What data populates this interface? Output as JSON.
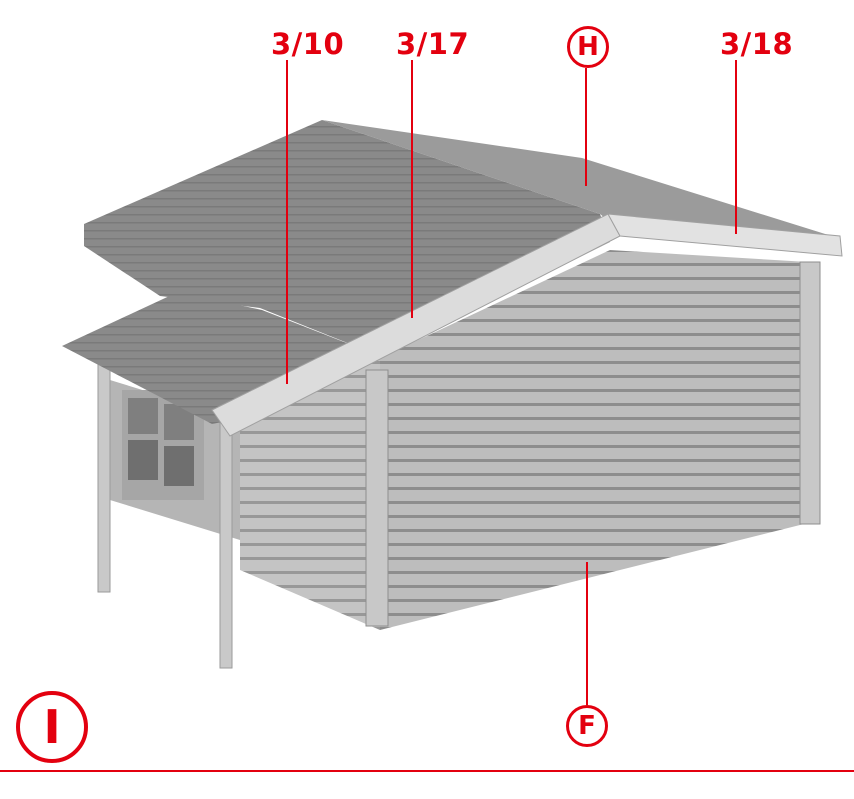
{
  "labels": {
    "ref_310": "3/10",
    "ref_317": "3/17",
    "ref_318": "3/18",
    "circle_h": "H",
    "circle_f": "F",
    "step_marker": "I"
  },
  "colors": {
    "accent": "#e3000f",
    "roof_main": "#8c8c8c",
    "roof_light": "#a9a9a9",
    "wall": "#b8b8b8",
    "wall_dark": "#9e9e9e",
    "trim": "#dcdcdc",
    "post": "#c4c4c4"
  }
}
